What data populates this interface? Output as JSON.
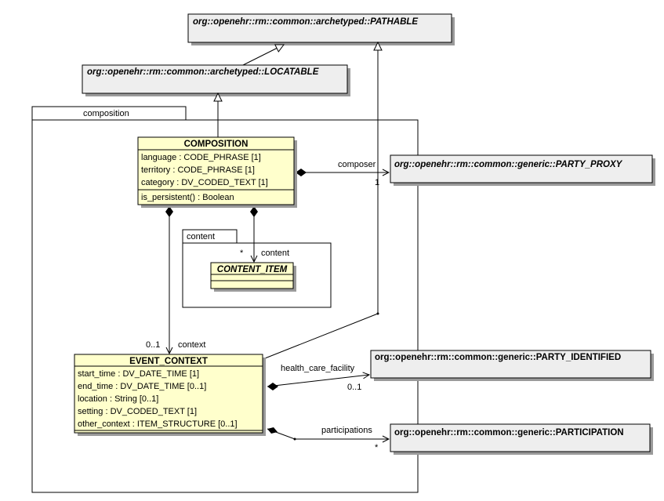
{
  "packages": {
    "composition": "composition",
    "content": "content"
  },
  "classes": {
    "pathable": "org::openehr::rm::common::archetyped::PATHABLE",
    "locatable": "org::openehr::rm::common::archetyped::LOCATABLE",
    "party_proxy": "org::openehr::rm::common::generic::PARTY_PROXY",
    "party_identified": "org::openehr::rm::common::generic::PARTY_IDENTIFIED",
    "participation": "org::openehr::rm::common::generic::PARTICIPATION",
    "composition": {
      "name": "COMPOSITION",
      "attributes": [
        "language : CODE_PHRASE [1]",
        "territory : CODE_PHRASE [1]",
        "category : DV_CODED_TEXT [1]"
      ],
      "operations": [
        "is_persistent() : Boolean"
      ]
    },
    "content_item": "CONTENT_ITEM",
    "event_context": {
      "name": "EVENT_CONTEXT",
      "attributes": [
        "start_time : DV_DATE_TIME [1]",
        "end_time : DV_DATE_TIME [0..1]",
        "location : String [0..1]",
        "setting : DV_CODED_TEXT [1]",
        "other_context : ITEM_STRUCTURE [0..1]"
      ]
    }
  },
  "associations": {
    "composer": "composer",
    "composer_mult": "1",
    "content": "content",
    "content_mult": "*",
    "context": "context",
    "context_mult": "0..1",
    "health_care_facility": "health_care_facility",
    "hcf_mult": "0..1",
    "participations": "participations",
    "participations_mult": "*"
  },
  "colors": {
    "class_fill": "#ffffcc",
    "external_fill": "#eeeeee",
    "shadow": "#9a9a9a",
    "line": "#000000"
  }
}
